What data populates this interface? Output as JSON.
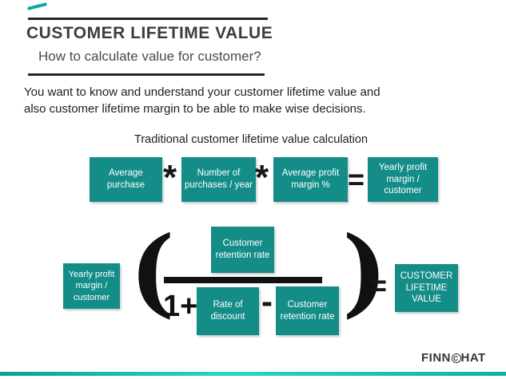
{
  "slide": {
    "colors": {
      "box_teal": "#148d88",
      "bottom_bar_teal": "#0db0a6",
      "bottom_bar_bright": "#27d6ca",
      "title_text": "#3d3d3d",
      "operator_black": "#161616"
    },
    "header": {
      "title": "CUSTOMER LIFETIME VALUE",
      "subtitle": "How to calculate value for customer?"
    },
    "intro_lines": [
      "You want to know and understand your customer lifetime value and",
      "also customer lifetime margin to be able to make wise decisions."
    ],
    "traditional": {
      "heading": "Traditional customer lifetime value calculation",
      "boxes": [
        "Average purchase",
        "Number of purchases / year",
        "Average profit margin %",
        "Yearly profit margin / customer"
      ],
      "operators": [
        "*",
        "*",
        "="
      ]
    },
    "clv_formula": {
      "left_box": "Yearly profit margin / customer",
      "open_paren": "(",
      "numerator_box": "Customer retention rate",
      "denominator_prefix": "1+",
      "denominator_box1": "Rate of discount",
      "denominator_operator": "-",
      "denominator_box2": "Customer retention rate",
      "close_paren": ")",
      "equals": "=",
      "result_box": "CUSTOMER LIFETIME VALUE"
    },
    "footer": {
      "logo_prefix": "FINN",
      "logo_c": "C",
      "logo_suffix": "HAT"
    }
  }
}
